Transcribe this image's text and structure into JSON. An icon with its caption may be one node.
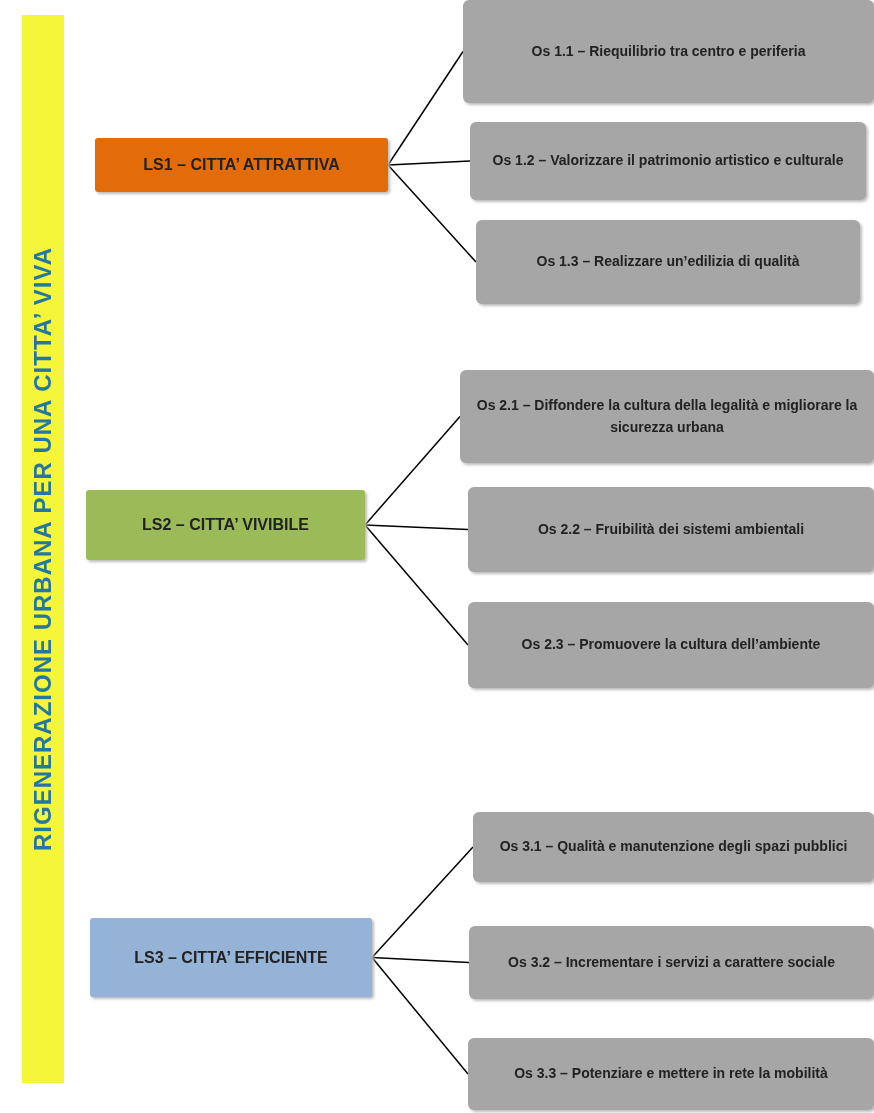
{
  "diagram": {
    "nodes": [
      {
        "text": [
          "RIGENERAZIONE URBANA PER UNA CITTA’ VIVA"
        ]
      },
      {
        "text": [
          "LS1 – CITTA’ ATTRATTIVA"
        ]
      },
      {
        "text": [
          "Os 1.1 – Riequilibrio tra centro e periferia"
        ]
      },
      {
        "text": [
          "Os 1.2 – Valorizzare il patrimonio artistico e culturale"
        ]
      },
      {
        "text": [
          "Os 1.3 – Realizzare un’edilizia di qualità"
        ]
      },
      {
        "text": [
          "LS2 – CITTA’ VIVIBILE"
        ]
      },
      {
        "text": [
          "Os 2.1 – Diffondere la cultura della legalità e migliorare la sicurezza urbana"
        ]
      },
      {
        "text": [
          "Os 2.2 – Fruibilità dei sistemi ambientali"
        ]
      },
      {
        "text": [
          "Os 2.3 – Promuovere la cultura dell’ambiente"
        ]
      },
      {
        "text": [
          "LS3 – CITTA’ EFFICIENTE"
        ]
      },
      {
        "text": [
          "Os 3.1 – Qualità e manutenzione degli spazi pubblici"
        ]
      },
      {
        "text": [
          "Os 3.2 – Incrementare i servizi a carattere sociale"
        ]
      },
      {
        "text": [
          "Os 3.3 – Potenziare e mettere in rete la mobilità"
        ]
      }
    ],
    "edges": [
      {
        "from": 1,
        "to": 2,
        "arrow": "none"
      },
      {
        "from": 1,
        "to": 3,
        "arrow": "none"
      },
      {
        "from": 1,
        "to": 4,
        "arrow": "none"
      },
      {
        "from": 5,
        "to": 6,
        "arrow": "none"
      },
      {
        "from": 5,
        "to": 7,
        "arrow": "none"
      },
      {
        "from": 5,
        "to": 8,
        "arrow": "none"
      },
      {
        "from": 9,
        "to": 10,
        "arrow": "none"
      },
      {
        "from": 9,
        "to": 11,
        "arrow": "none"
      },
      {
        "from": 9,
        "to": 12,
        "arrow": "none"
      }
    ]
  }
}
